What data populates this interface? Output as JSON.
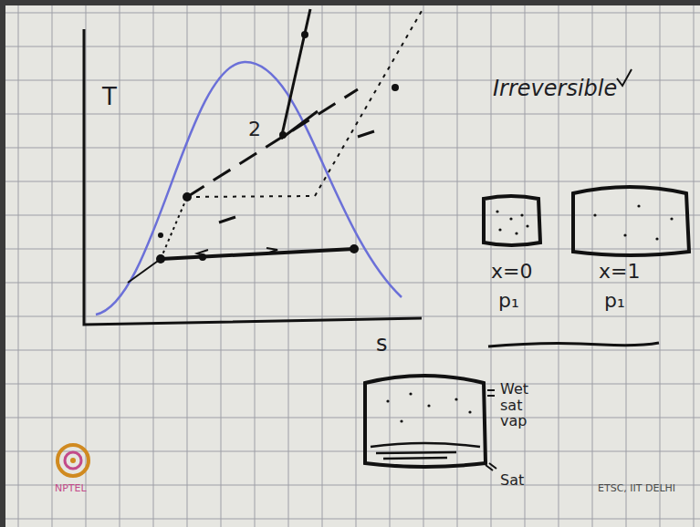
{
  "diagram": {
    "labels": [
      "T",
      "2",
      "Irreversible",
      "x=0",
      "p₁",
      "x=1",
      "p₁",
      "s",
      "Wet sat vap",
      "Sat",
      "NPTEL",
      "ETSC, IIT DELHI"
    ]
  }
}
